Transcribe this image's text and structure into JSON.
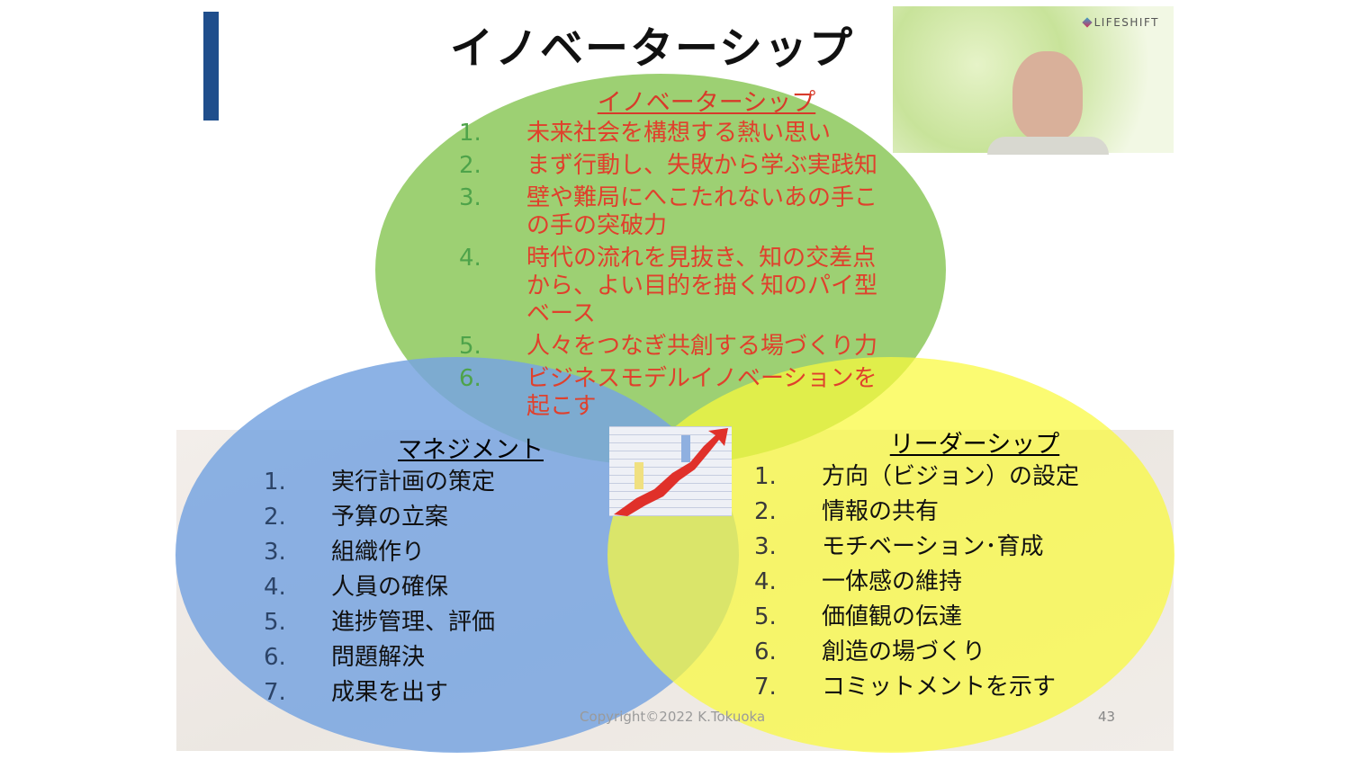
{
  "slide": {
    "title": "イノベーターシップ",
    "copyright": "Copyright©2022 K.Tokuoka",
    "page_number": "43"
  },
  "innovatorship": {
    "heading": "イノベーターシップ",
    "items": [
      {
        "num": "1.",
        "text": "未来社会を構想する熱い思い"
      },
      {
        "num": "2.",
        "text": "まず行動し、失敗から学ぶ実践知"
      },
      {
        "num": "3.",
        "text": "壁や難局にへこたれないあの手この手の突破力"
      },
      {
        "num": "4.",
        "text": "時代の流れを見抜き、知の交差点から、よい目的を描く知のパイ型ベース"
      },
      {
        "num": "5.",
        "text": "人々をつなぎ共創する場づくり力"
      },
      {
        "num": "6.",
        "text": "ビジネスモデルイノベーションを起こす"
      }
    ]
  },
  "management": {
    "heading": "マネジメント",
    "items": [
      {
        "num": "1.",
        "text": "実行計画の策定"
      },
      {
        "num": "2.",
        "text": "予算の立案"
      },
      {
        "num": "3.",
        "text": "組織作り"
      },
      {
        "num": "4.",
        "text": "人員の確保"
      },
      {
        "num": "5.",
        "text": "進捗管理、評価"
      },
      {
        "num": "6.",
        "text": "問題解決"
      },
      {
        "num": "7.",
        "text": "成果を出す"
      }
    ]
  },
  "leadership": {
    "heading": "リーダーシップ",
    "items": [
      {
        "num": "1.",
        "text": "方向（ビジョン）の設定"
      },
      {
        "num": "2.",
        "text": "情報の共有"
      },
      {
        "num": "3.",
        "text": "モチベーション･育成"
      },
      {
        "num": "4.",
        "text": "一体感の維持"
      },
      {
        "num": "5.",
        "text": "価値観の伝達"
      },
      {
        "num": "6.",
        "text": "創造の場づくり"
      },
      {
        "num": "7.",
        "text": "コミットメントを示す"
      }
    ]
  },
  "video": {
    "logo": "LIFESHIFT"
  },
  "colors": {
    "green": "#8cc85a",
    "blue": "#78a5e1",
    "yellow": "#fafa3c",
    "accent_bar": "#1f4e8c",
    "red_text": "#e0402c"
  }
}
